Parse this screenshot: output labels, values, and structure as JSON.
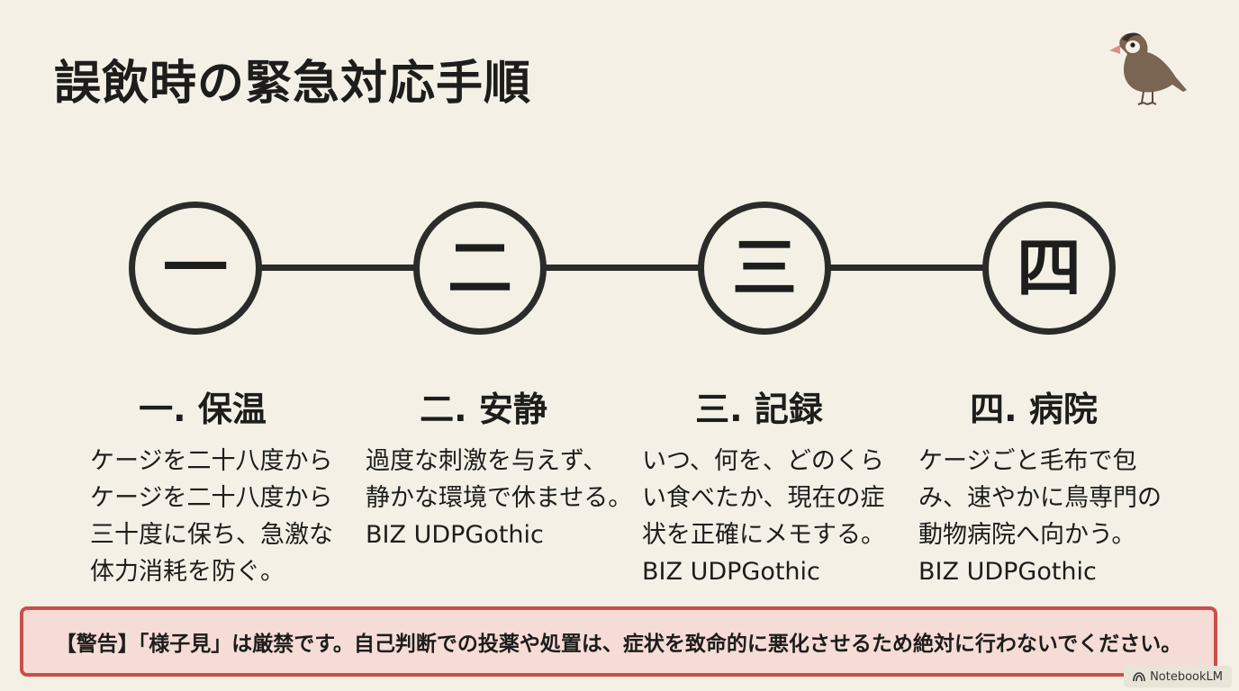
{
  "title": "誤飲時の緊急対応手順",
  "steps": [
    {
      "numeral": "一",
      "title": "一. 保温",
      "desc": [
        "ケージを二十八度から",
        "ケージを二十八度から",
        "三十度に保ち、急激な",
        "体力消耗を防ぐ。"
      ]
    },
    {
      "numeral": "二",
      "title": "二. 安静",
      "desc": [
        "過度な刺激を与えず、",
        "静かな環境で休ませる。",
        "BIZ UDPGothic"
      ]
    },
    {
      "numeral": "三",
      "title": "三. 記録",
      "desc": [
        "いつ、何を、どのくら",
        "い食べたか、現在の症",
        "状を正確にメモする。",
        "BIZ UDPGothic"
      ]
    },
    {
      "numeral": "四",
      "title": "四. 病院",
      "desc": [
        "ケージごと毛布で包",
        "み、速やかに鳥専門の",
        "動物病院へ向かう。",
        "BIZ UDPGothic"
      ]
    }
  ],
  "warning": "【警告】「様子見」は厳禁です。自己判断での投薬や処置は、症状を致命的に悪化させるため絶対に行わないでください。",
  "watermark": "NotebookLM",
  "colors": {
    "background": "#f4f0e6",
    "ink": "#2b2b2a",
    "warning_border": "#c8504a",
    "warning_fill": "#f6dcd6",
    "bird": "#7a6452"
  },
  "icons": {
    "bird": "java-sparrow-icon",
    "watermark": "notebooklm-logo-icon"
  }
}
